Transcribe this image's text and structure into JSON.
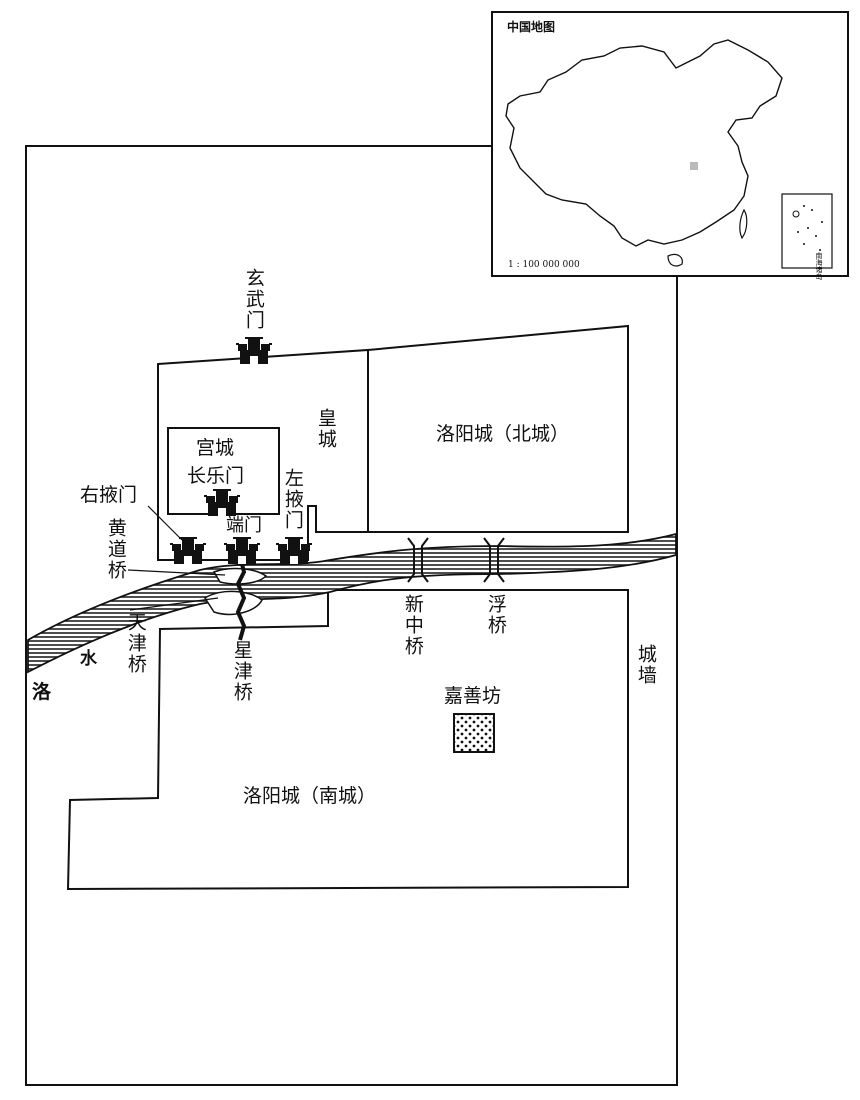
{
  "inset": {
    "title": "中国地图",
    "scale": "1 : 100 000 000",
    "south_sea_label": "南海诸岛"
  },
  "labels": {
    "xuanwu_gate": "玄武门",
    "imperial_city": "皇城",
    "palace_city": "宫城",
    "changle_gate": "长乐门",
    "left_ye_gate": "左掖门",
    "right_ye_gate": "右掖门",
    "duan_gate": "端门",
    "huangdao_bridge": "黄道桥",
    "tianjin_bridge": "天津桥",
    "xingjin_bridge": "星津桥",
    "xinzhong_bridge": "新中桥",
    "fu_bridge": "浮桥",
    "north_city": "洛阳城（北城）",
    "south_city": "洛阳城（南城）",
    "city_wall": "城墙",
    "luo": "洛",
    "shui": "水",
    "jiashan_ward": "嘉善坊"
  },
  "colors": {
    "ink": "#111111",
    "river_stripe": "#222222",
    "inset_marker": "#bbbbbb"
  },
  "icons": [
    "gate-tower-icon",
    "dotted-ward-pattern",
    "bridge-marker-icon"
  ]
}
